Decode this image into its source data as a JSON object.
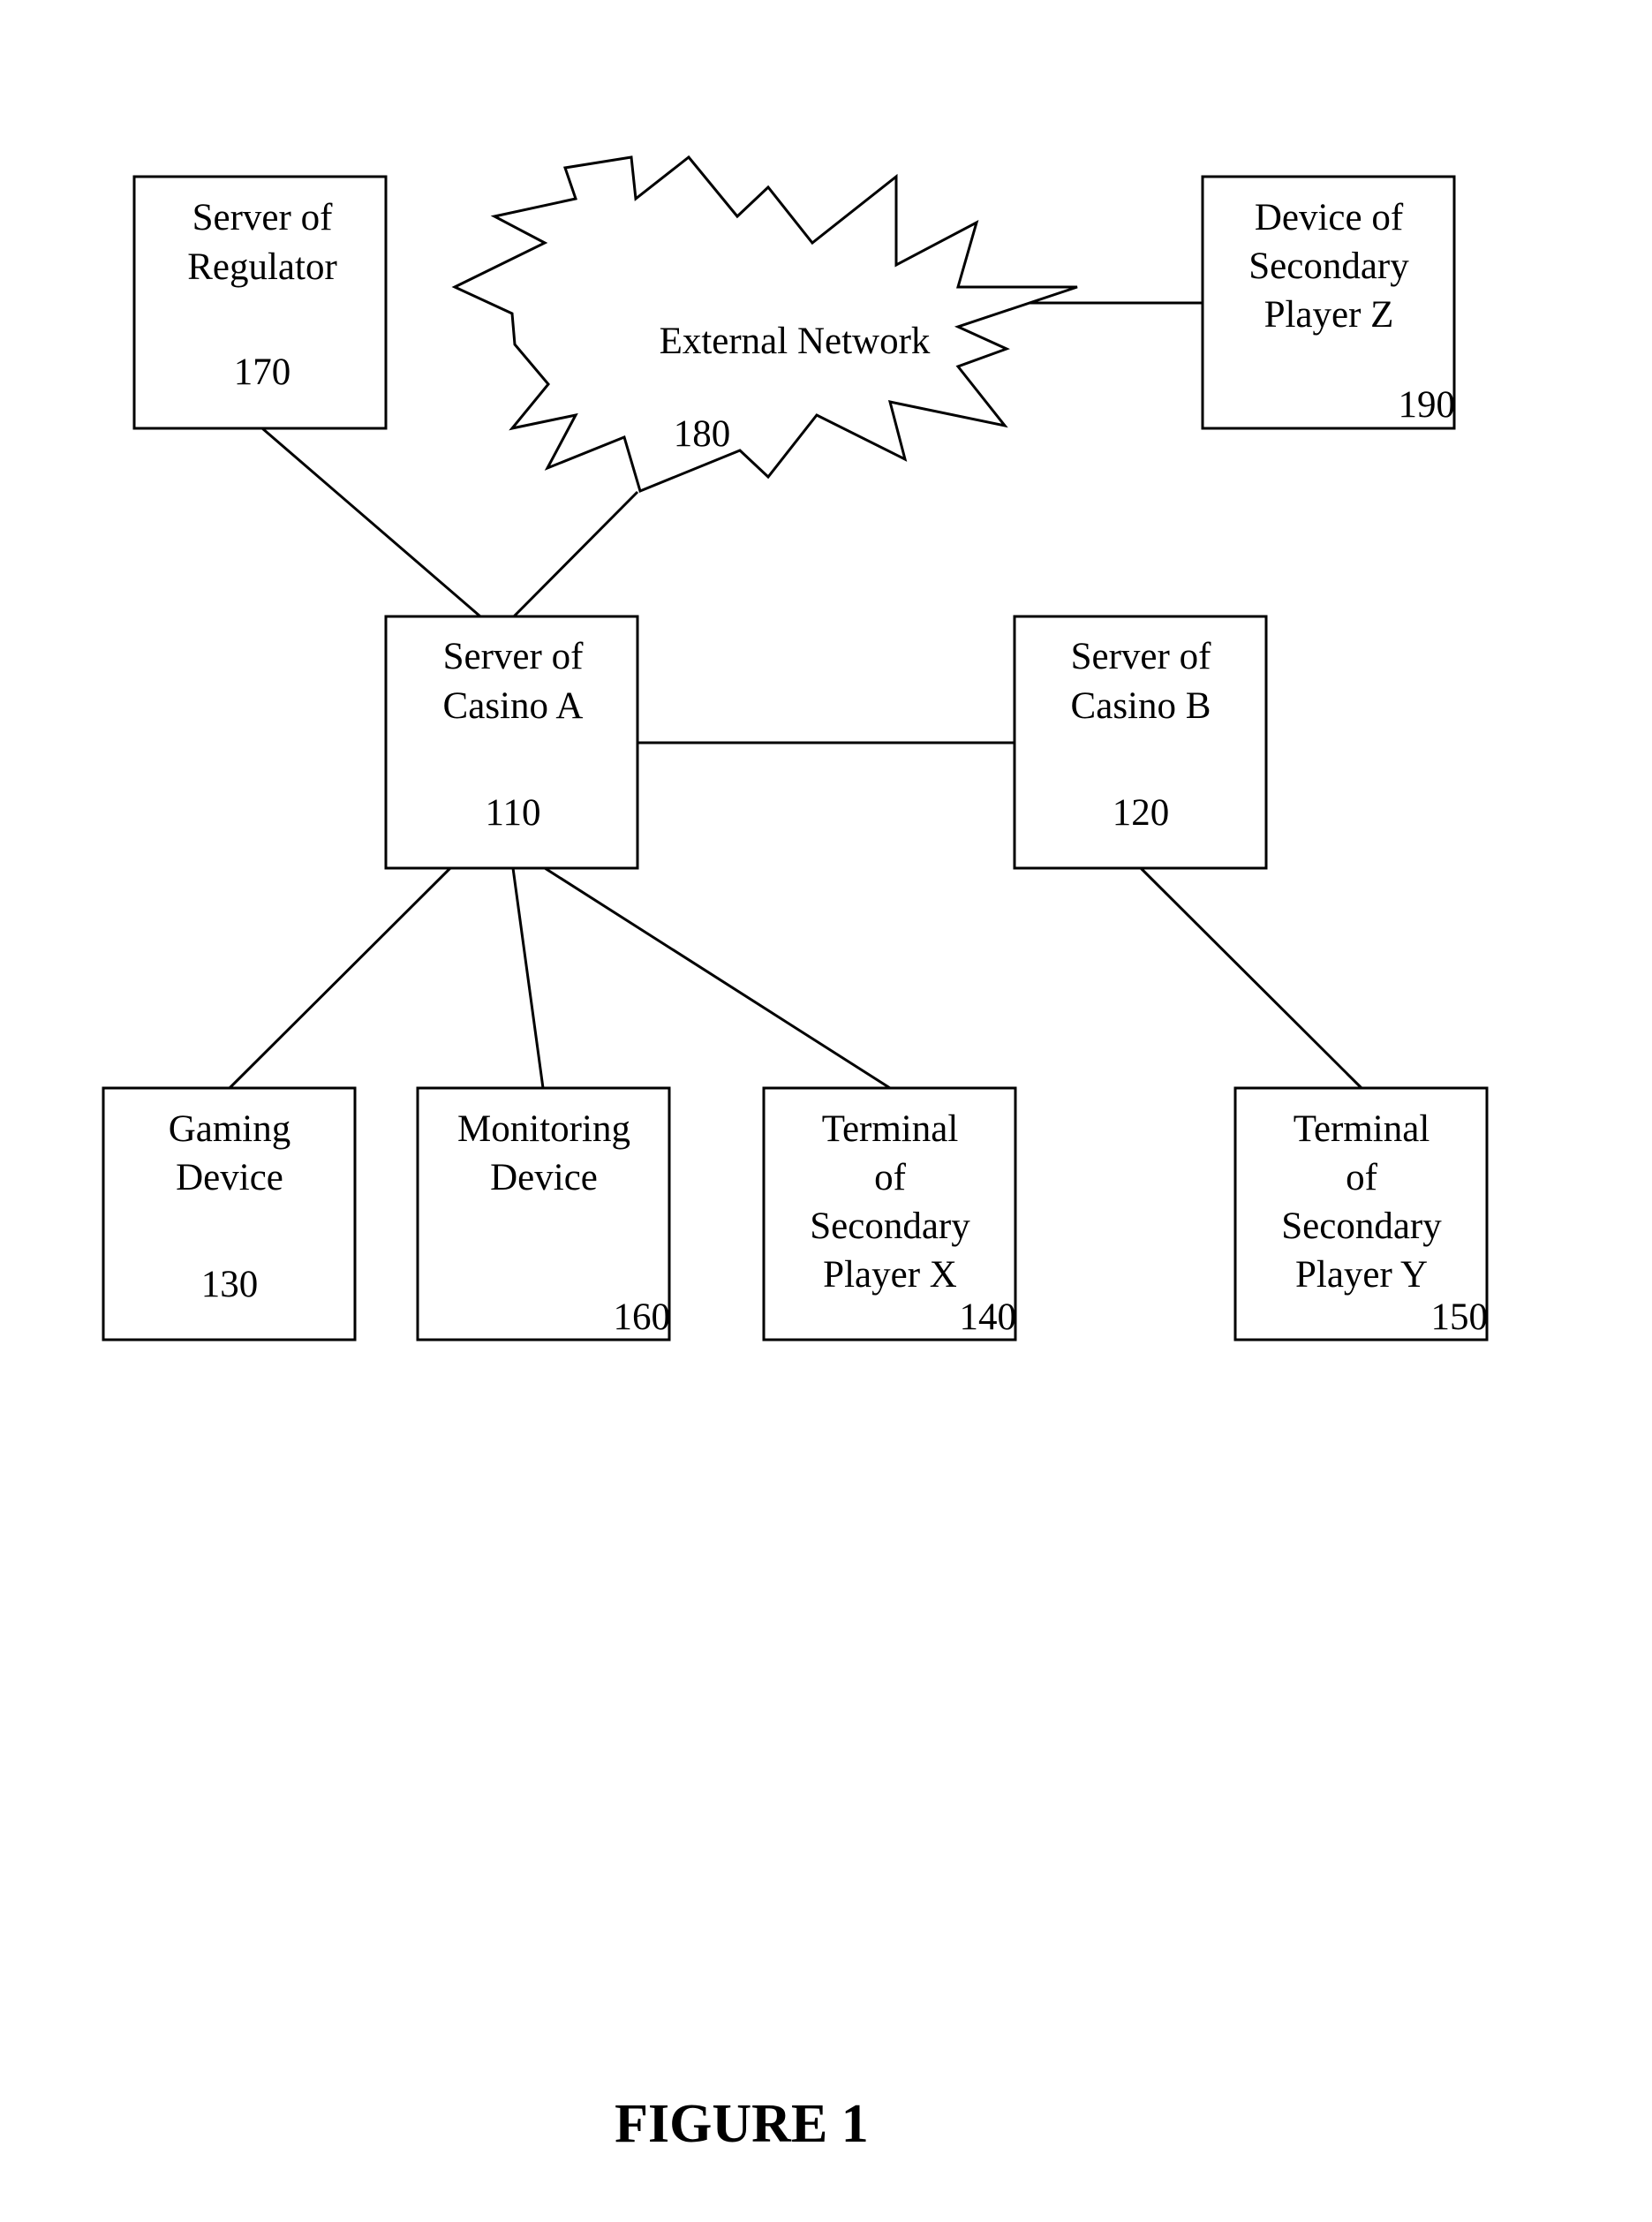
{
  "figure": {
    "caption": "FIGURE 1"
  },
  "nodes": {
    "regulator": {
      "lines": [
        "Server of",
        "Regulator"
      ],
      "ref": "170"
    },
    "network": {
      "lines": [
        "External Network"
      ],
      "ref": "180"
    },
    "player_z": {
      "lines": [
        "Device of",
        "Secondary",
        "Player Z"
      ],
      "ref": "190"
    },
    "casino_a": {
      "lines": [
        "Server of",
        "Casino A"
      ],
      "ref": "110"
    },
    "casino_b": {
      "lines": [
        "Server of",
        "Casino B"
      ],
      "ref": "120"
    },
    "gaming": {
      "lines": [
        "Gaming",
        "Device"
      ],
      "ref": "130"
    },
    "monitoring": {
      "lines": [
        "Monitoring",
        "Device"
      ],
      "ref": "160"
    },
    "terminal_x": {
      "lines": [
        "Terminal",
        "of",
        "Secondary",
        "Player X"
      ],
      "ref": "140"
    },
    "terminal_y": {
      "lines": [
        "Terminal",
        "of",
        "Secondary",
        "Player Y"
      ],
      "ref": "150"
    }
  },
  "edges": [
    {
      "from": "regulator",
      "to": "casino_a"
    },
    {
      "from": "network",
      "to": "casino_a"
    },
    {
      "from": "network",
      "to": "player_z"
    },
    {
      "from": "casino_a",
      "to": "casino_b"
    },
    {
      "from": "casino_a",
      "to": "gaming"
    },
    {
      "from": "casino_a",
      "to": "monitoring"
    },
    {
      "from": "casino_a",
      "to": "terminal_x"
    },
    {
      "from": "casino_b",
      "to": "terminal_y"
    }
  ]
}
